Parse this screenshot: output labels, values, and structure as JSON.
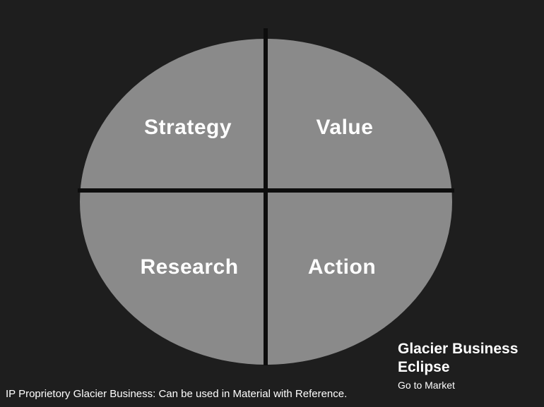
{
  "slide": {
    "background_color": "#1e1e1e",
    "circle_color": "#8a8a8a",
    "divider_color": "#0d0d0d",
    "label_color": "#ffffff"
  },
  "diagram": {
    "type": "quadrant-circle",
    "quadrants": [
      {
        "position": "top-left",
        "label": "Strategy"
      },
      {
        "position": "top-right",
        "label": "Value"
      },
      {
        "position": "bottom-left",
        "label": "Research"
      },
      {
        "position": "bottom-right",
        "label": "Action"
      }
    ]
  },
  "title": {
    "text": "Glacier Business Eclipse",
    "subtitle": "Go to Market"
  },
  "footer": "IP Proprietory Glacier Business: Can be used in Material with Reference."
}
